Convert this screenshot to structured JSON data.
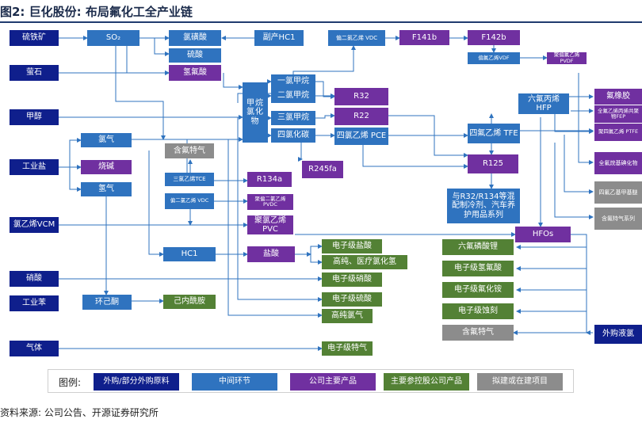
{
  "title": "图2: 巨化股份: 布局氟化工全产业链",
  "source": "资料来源: 公司公告、开源证券研究所",
  "legend": {
    "label": "图例:",
    "items": [
      {
        "text": "外购/部分外购原料",
        "color": "#0f1f8c"
      },
      {
        "text": "中间环节",
        "color": "#2f73bf"
      },
      {
        "text": "公司主要产品",
        "color": "#7030a0"
      },
      {
        "text": "主要参控股公司产品",
        "color": "#538135"
      },
      {
        "text": "拟建或在建项目",
        "color": "#8c8c8c"
      }
    ]
  },
  "nodes": {
    "pyrite": "硫铁矿",
    "fluorite": "萤石",
    "methanol": "甲醇",
    "salt": "工业盐",
    "vcm": "氯乙烯VCM",
    "nitric": "硝酸",
    "benzene": "工业苯",
    "gas": "气体",
    "so2": "SO₂",
    "chlorosulfonic": "氯磺酸",
    "byproduct_hcl": "副产HC1",
    "sulfuric": "硫酸",
    "hf": "氢氟酸",
    "vdc_top": "偏二氯乙烯 VDC",
    "f141b": "F141b",
    "f142b": "F142b",
    "vdf": "偏氟乙烯VDF",
    "pvdf": "聚偏氟乙烯 PVDF",
    "chloromethanes": "甲烷氯化物",
    "monochloromethane": "一氯甲烷",
    "dichloromethane": "二氯甲烷",
    "chloroform": "三氯甲烷",
    "ctc": "四氯化碳",
    "r32": "R32",
    "r22": "R22",
    "pce": "四氯乙烯 PCE",
    "r245fa": "R245fa",
    "chlorine": "氯气",
    "caustic": "烧碱",
    "hydrogen": "氢气",
    "fluorine_special_1": "含氟特气",
    "tce": "三氯乙烯TCE",
    "r134a": "R134a",
    "vdc_mid": "偏二氯乙烯 VDC",
    "pvdc_film": "聚偏二氯乙烯 PVDC",
    "pvc": "聚氯乙烯 PVC",
    "hcl": "HC1",
    "hydrochloric": "盐酸",
    "e_hcl": "电子级盐酸",
    "hp_hcl": "高纯、医疗氯化氢",
    "e_nitric": "电子级硝酸",
    "cyclohexanone": "环己酮",
    "caprolactam": "己内酰胺",
    "e_sulfuric": "电子级硫酸",
    "hp_chlorine": "高纯氯气",
    "e_special_gas": "电子级特气",
    "hfp": "六氟丙烯 HFP",
    "tfe": "四氟乙烯 TFE",
    "r125": "R125",
    "blends": "与R32/R134等混配制冷剂、汽车养护用品系列",
    "hfos": "HFOs",
    "lipf6": "六氟磷酸锂",
    "e_hf": "电子级氢氟酸",
    "e_nh4f": "电子级氟化铵",
    "e_etchant": "电子级蚀刻",
    "fluorine_special_2": "含氟特气",
    "fkm": "氟橡胶",
    "fep": "全氟乙烯丙烯共聚物FEP",
    "ptfe": "聚四氟乙烯 PTFE",
    "perfluoro": "全氟烷基碘化物",
    "tfe_ether": "四氟乙基甲基醚",
    "fluorine_special_3": "含氟特气系列",
    "ext_liquid_chlorine": "外购液氯"
  }
}
